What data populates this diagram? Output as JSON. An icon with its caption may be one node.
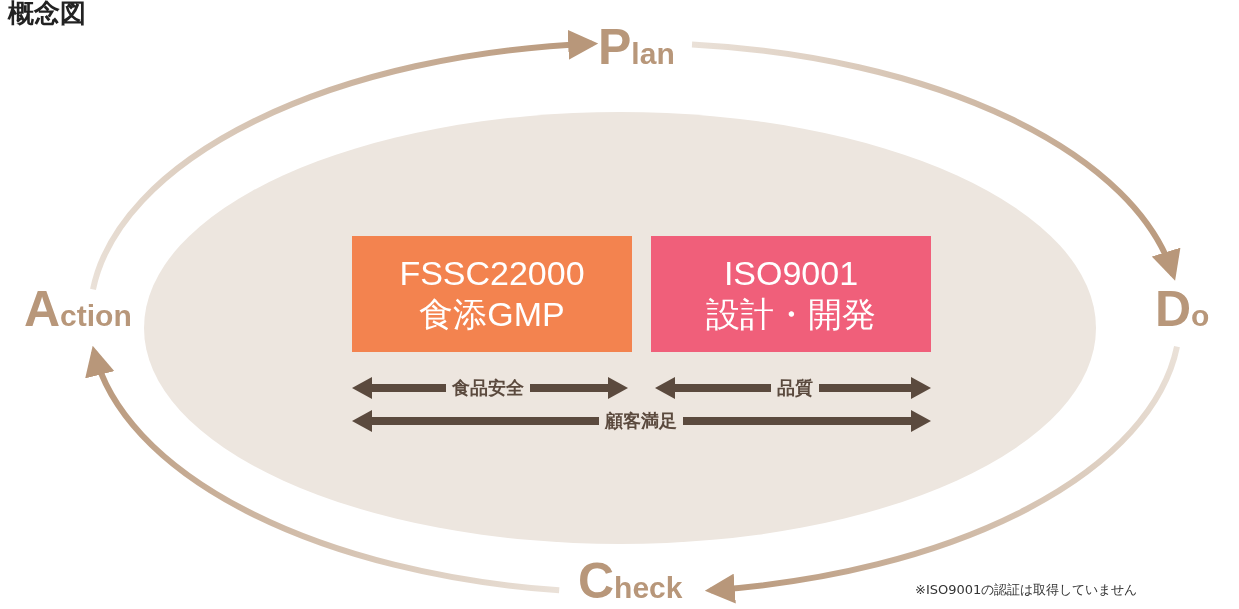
{
  "diagram": {
    "title": "概念図",
    "nodes": [
      {
        "text": [
          "Plan"
        ]
      },
      {
        "text": [
          "Do"
        ]
      },
      {
        "text": [
          "Check"
        ]
      },
      {
        "text": [
          "Action"
        ]
      },
      {
        "text": [
          "FSSC22000 食添GMP"
        ]
      },
      {
        "text": [
          "ISO9001 設計・開発"
        ]
      }
    ],
    "edges": [
      {
        "from": 0,
        "to": 1,
        "arrow": "to"
      },
      {
        "from": 1,
        "to": 2,
        "arrow": "to"
      },
      {
        "from": 2,
        "to": 3,
        "arrow": "to"
      },
      {
        "from": 3,
        "to": 0,
        "arrow": "to"
      }
    ],
    "labels": [
      "食品安全",
      "品質",
      "顧客満足",
      "※ISO9001の認証は取得していません"
    ]
  }
}
